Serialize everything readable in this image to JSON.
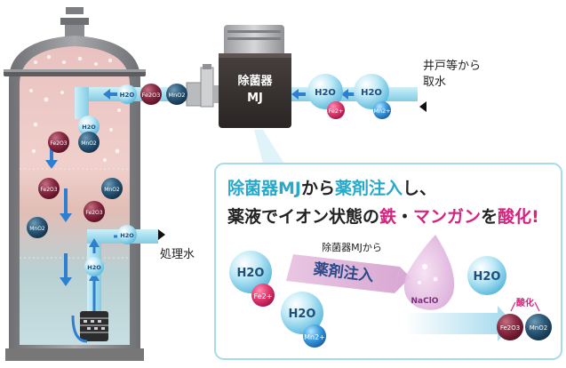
{
  "device": {
    "name_line1": "除菌器",
    "name_line2": "MJ"
  },
  "labels": {
    "intake_line1": "井戸等から",
    "intake_line2": "取水",
    "treated_water": "処理水"
  },
  "molecules": {
    "h2o": "H2O",
    "fe2o3": "Fe2O3",
    "mno2": "MnO2",
    "fe_ion": "Fe2+",
    "mn_ion": "Mn2+",
    "naclo": "NaClO"
  },
  "callout": {
    "headline_part1": "除菌器MJ",
    "headline_part2": "から",
    "headline_part3": "薬剤注入",
    "headline_part4": "し、",
    "subline_part1": "薬液でイオン状態の",
    "subline_part2": "鉄",
    "subline_part3": "・",
    "subline_part4": "マンガン",
    "subline_part5": "を",
    "subline_part6": "酸化!",
    "arrow_caption": "除菌器MJから",
    "arrow_label": "薬剤注入",
    "oxidation_label": "酸化"
  },
  "colors": {
    "accent_blue": "#2aa8c8",
    "accent_pink": "#d6247e",
    "arrow_blue": "#1e7ed0",
    "fe_color": "#7a1f3a",
    "mn_color": "#1f4a6a"
  }
}
